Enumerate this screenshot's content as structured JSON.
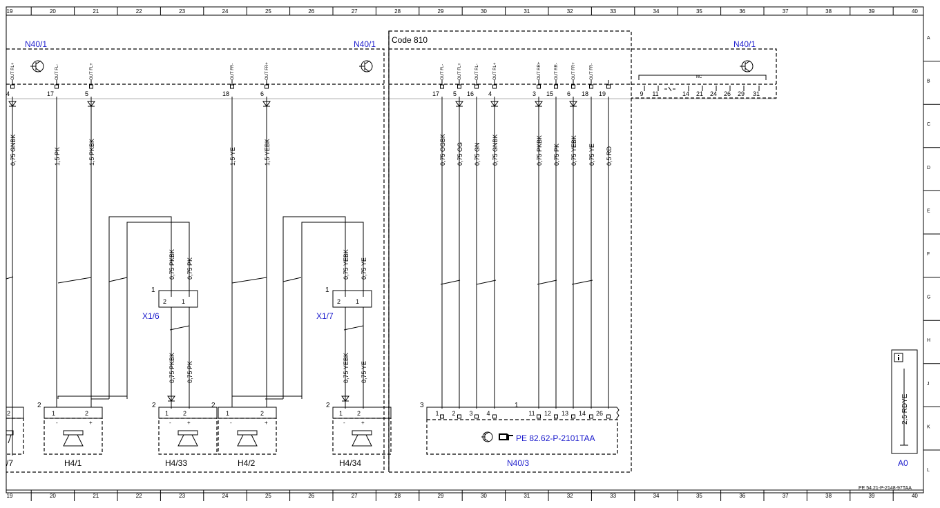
{
  "grid_columns": [
    "19",
    "20",
    "21",
    "22",
    "23",
    "24",
    "25",
    "26",
    "27",
    "28",
    "29",
    "30",
    "31",
    "32",
    "33",
    "34",
    "35",
    "36",
    "37",
    "38",
    "39",
    "40"
  ],
  "grid_rows": [
    "A",
    "B",
    "C",
    "D",
    "E",
    "F",
    "G",
    "H",
    "J",
    "K",
    "L"
  ],
  "code_label": "Code 810",
  "component_labels": {
    "n40_1_left": "N40/1",
    "n40_1_mid": "N40/1",
    "n40_1_right": "N40/1",
    "x1_6": "X1/6",
    "x1_7": "X1/7",
    "h4_1": "H4/1",
    "h4_33": "H4/33",
    "h4_2": "H4/2",
    "h4_34": "H4/34",
    "n40_3": "N40/3",
    "a0": "A0",
    "h4_7_partial": "/7"
  },
  "reference": "PE 82.62-P-2101TAA",
  "doc_code": "PE 54.21-P-2148-97TAA",
  "nc_label": "NC",
  "ground_wire": "2,5 RDYE",
  "colors": {
    "label_blue": "#1a1acc",
    "line": "#000000"
  },
  "n40_1_pins": [
    {
      "num": "4",
      "label": "OUT RL+"
    },
    {
      "num": "17",
      "label": "OUT FL-"
    },
    {
      "num": "5",
      "label": "OUT FL+"
    },
    {
      "num": "18",
      "label": "OUT FR-"
    },
    {
      "num": "6",
      "label": "OUT FR+"
    }
  ],
  "n40_1_wires": [
    "0,75 GNBK",
    "1,5 PK",
    "1,5 PKBK",
    "1,5 YE",
    "1,5 YEBK"
  ],
  "amp_pins": [
    {
      "num": "17",
      "label": "OUT FL-"
    },
    {
      "num": "5",
      "label": "OUT FL+"
    },
    {
      "num": "16",
      "label": "OUT RL-"
    },
    {
      "num": "4",
      "label": "OUT RL+"
    },
    {
      "num": "3",
      "label": "OUT RR+"
    },
    {
      "num": "15",
      "label": "OUT RR-"
    },
    {
      "num": "6",
      "label": "OUT FR+"
    },
    {
      "num": "18",
      "label": "OUT FR-"
    },
    {
      "num": "19",
      "label": ""
    }
  ],
  "amp_wires": [
    "0,75 OGBK",
    "0,75 OG",
    "0,75 GN",
    "0,75 GNBK",
    "0,75 PKBK",
    "0,75 PK",
    "0,75 YEBK",
    "0,75 YE",
    "0,5 RD"
  ],
  "n40_3_pins": [
    "1",
    "2",
    "3",
    "4",
    "11",
    "12",
    "13",
    "14",
    "26"
  ],
  "n40_3_groups": [
    "3",
    "1"
  ],
  "right_pins": [
    "9",
    "11",
    "14",
    "21",
    "24",
    "26",
    "29",
    "31"
  ],
  "tweeter_wires": {
    "x1_6_upper": [
      "0,75 PKBK",
      "0,75 PK"
    ],
    "x1_6_lower": [
      "0,75 PKBK",
      "0,75 PK"
    ],
    "x1_7_upper": [
      "0,75 YEBK",
      "0,75 YE"
    ],
    "x1_7_lower": [
      "0,75 YEBK",
      "0,75 YE"
    ]
  },
  "connector_pins": {
    "pos1": "1",
    "pos2": "2",
    "minus": "-",
    "plus": "+"
  }
}
